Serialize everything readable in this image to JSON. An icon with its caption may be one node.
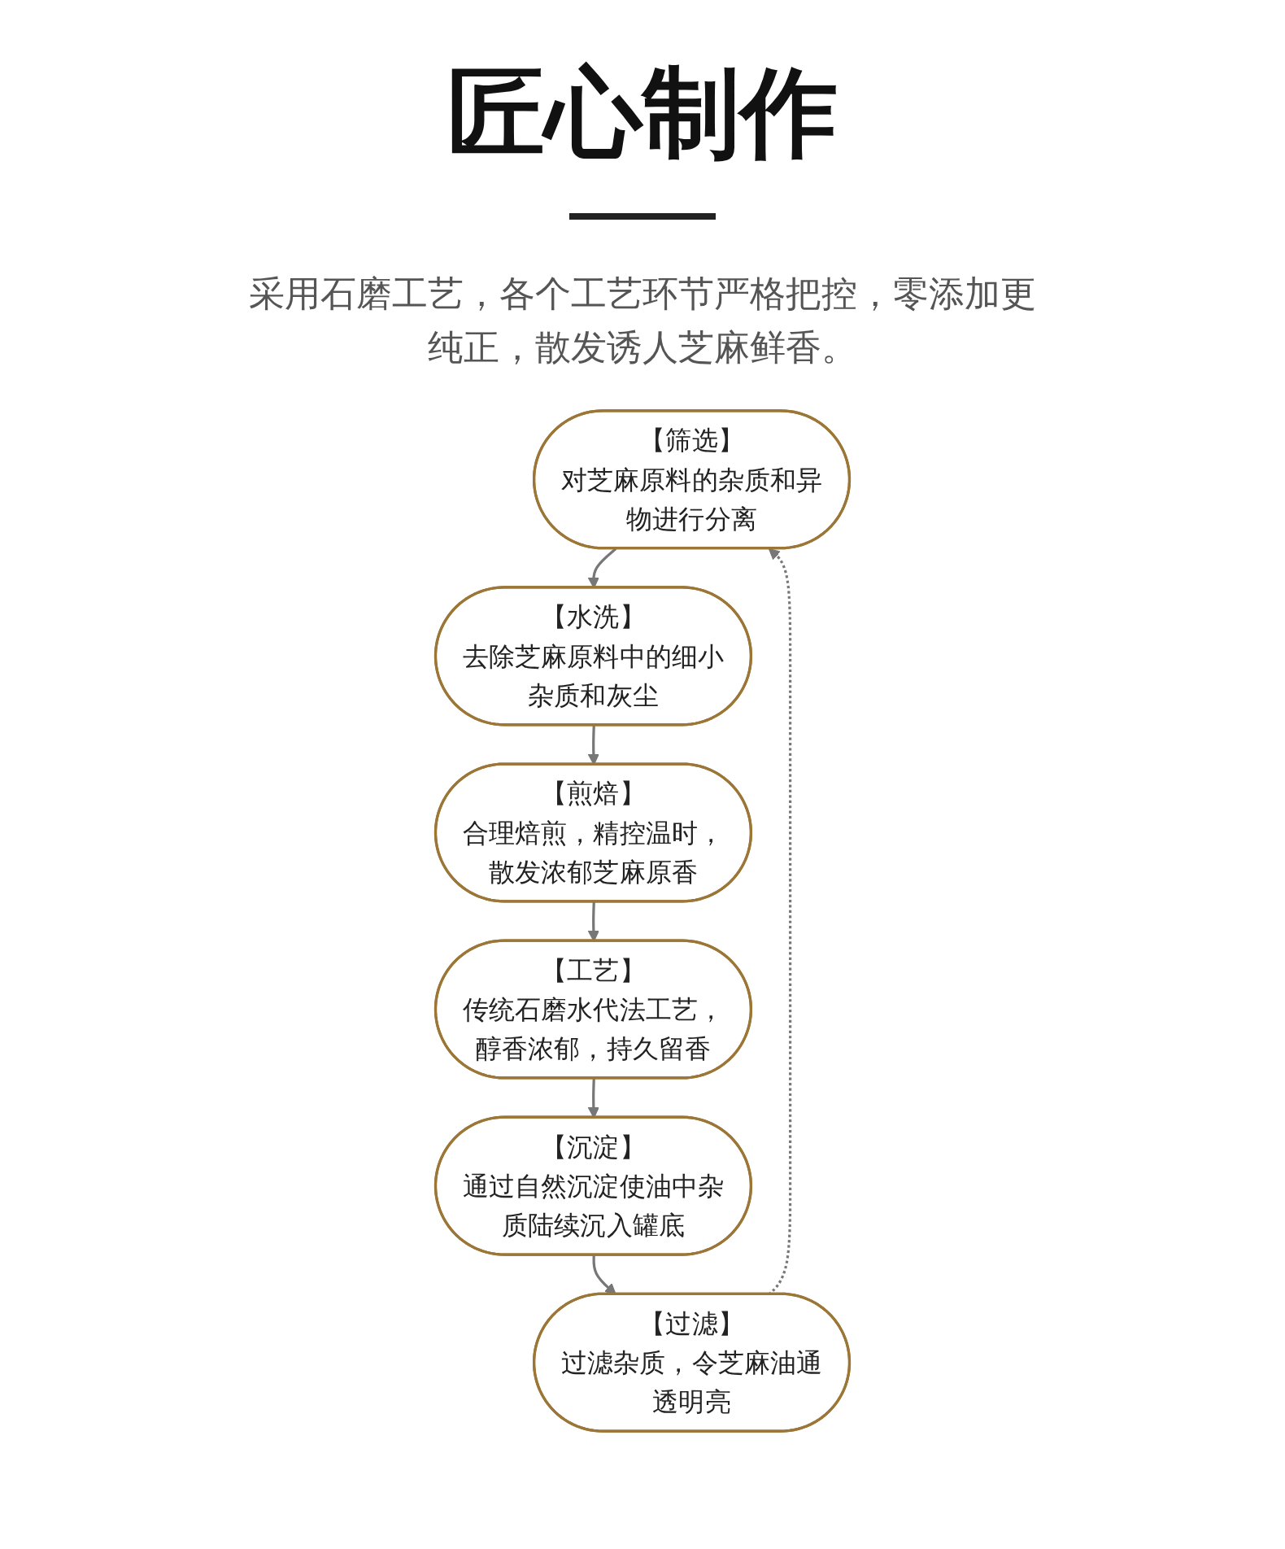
{
  "diagram": {
    "title": "匠心制作",
    "nodes": [
      {
        "text": [
          "【筛选】",
          "对芝麻原料的杂质和异物进行分离"
        ]
      },
      {
        "text": [
          "【水洗】",
          "去除芝麻原料中的细小杂质和灰尘"
        ]
      },
      {
        "text": [
          "【煎焙】",
          "合理焙煎，精控温时，散发浓郁芝麻原香"
        ]
      },
      {
        "text": [
          "【工艺】",
          "传统石磨水代法工艺，醇香浓郁，持久留香"
        ]
      },
      {
        "text": [
          "【沉淀】",
          "通过自然沉淀使油中杂质陆续沉入罐底"
        ]
      },
      {
        "text": [
          "【过滤】",
          "过滤杂质，令芝麻油通透明亮"
        ]
      }
    ],
    "edges": [
      {
        "from": 0,
        "to": 1,
        "arrow": "to"
      },
      {
        "from": 1,
        "to": 2,
        "arrow": "to"
      },
      {
        "from": 2,
        "to": 3,
        "arrow": "to"
      },
      {
        "from": 3,
        "to": 4,
        "arrow": "to"
      },
      {
        "from": 4,
        "to": 5,
        "arrow": "to"
      },
      {
        "from": 5,
        "to": 0,
        "arrow": "to",
        "style": "dashed"
      }
    ],
    "labels": [
      "采用石磨工艺，各个工艺环节严格把控，零添加更纯正，散发诱人芝麻鲜香。"
    ]
  }
}
